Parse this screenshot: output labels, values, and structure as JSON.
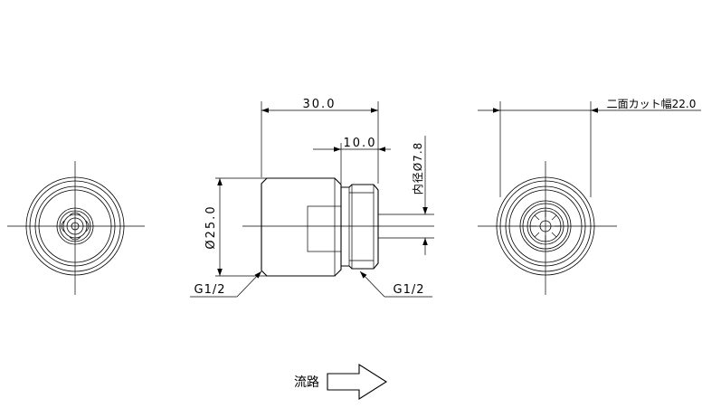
{
  "dimensions": {
    "length_total": "30.0",
    "length_thread": "10.0",
    "inner_diameter": "内径Ø7.8",
    "outer_diameter": "Ø25.0",
    "thread_left": "G1/2",
    "thread_right": "G1/2",
    "hex_width": "二面カット幅22.0"
  },
  "flow": {
    "label": "流路"
  },
  "colors": {
    "line": "#000000",
    "background": "#ffffff"
  }
}
